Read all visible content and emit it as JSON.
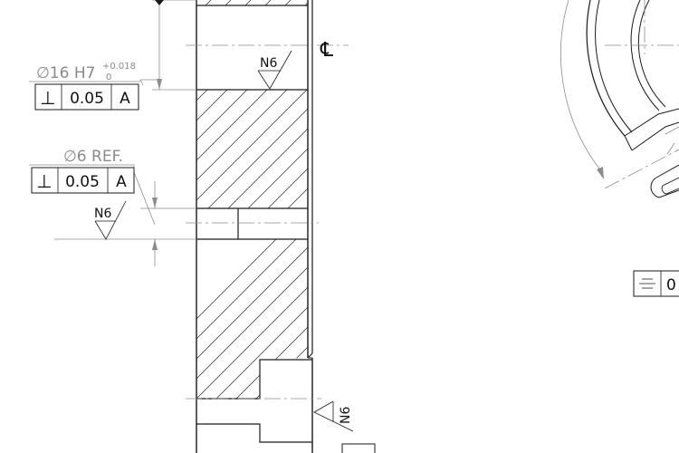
{
  "colors": {
    "outline": "#1a1a1a",
    "dimension": "#8a8a8a",
    "background": "#ffffff"
  },
  "annotations": {
    "bore_diameter": "∅16 H7",
    "bore_tol_upper": "+0.018",
    "bore_tol_lower": "0",
    "pin_diameter": "∅6 REF.",
    "centerline_symbol": "℄"
  },
  "feature_control_frames": [
    {
      "symbol": "⊥",
      "tolerance": "0.05",
      "datum": "A"
    },
    {
      "symbol": "⊥",
      "tolerance": "0.05",
      "datum": "A"
    }
  ],
  "symmetry_frame": {
    "symbol": "⌯",
    "tolerance_partial": "0"
  },
  "surface_finish": {
    "label_1": "N6",
    "label_2": "N6",
    "label_3": "N6"
  }
}
